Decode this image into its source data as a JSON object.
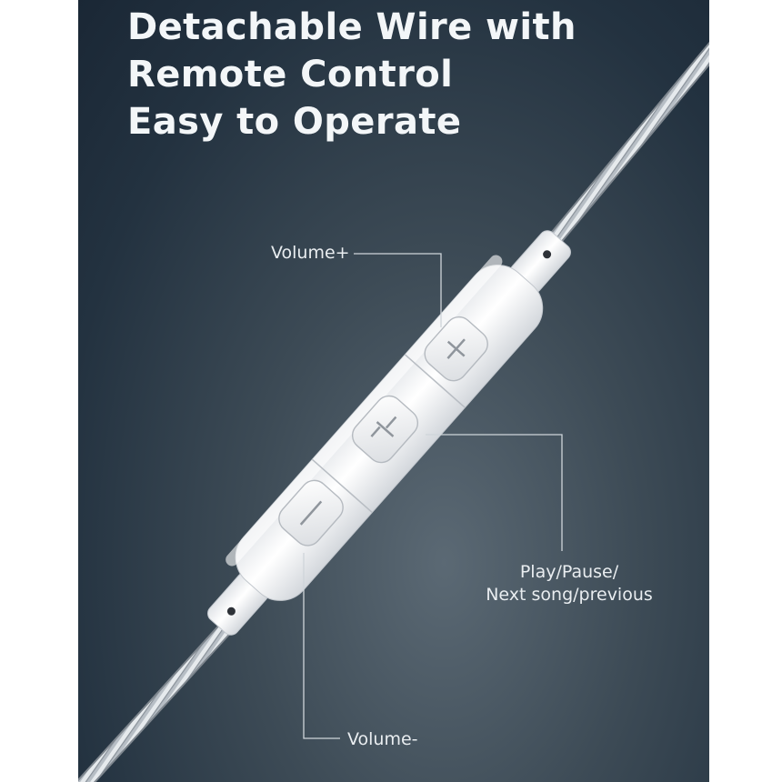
{
  "headline": {
    "line1": "Detachable Wire with",
    "line2": "Remote Control",
    "line3": "Easy to Operate"
  },
  "callouts": {
    "volume_plus": "Volume+",
    "play_pause_line1": "Play/Pause/",
    "play_pause_line2": "Next song/previous",
    "volume_minus": "Volume-"
  },
  "colors": {
    "background": "#2b3a47",
    "text": "#f3f6f8",
    "remote_body": "#f4f5f7",
    "cable": "#b5bcc3"
  },
  "icons": {
    "plus_button": "plus-icon",
    "play_button": "play-pause-icon",
    "minus_button": "minus-icon"
  }
}
